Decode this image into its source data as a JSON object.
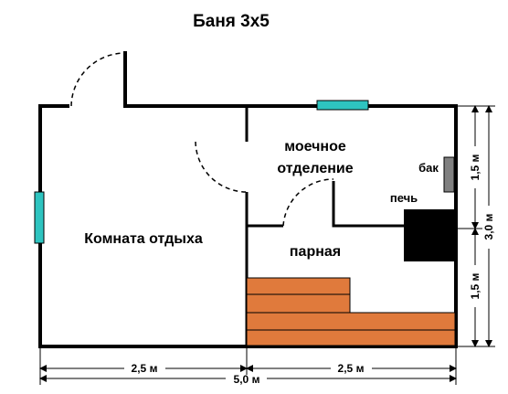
{
  "title": "Баня 3х5",
  "rooms": {
    "rest_room": "Комната отдыха",
    "wash_room_line1": "моечное",
    "wash_room_line2": "отделение",
    "steam_room": "парная"
  },
  "items": {
    "stove": "печь",
    "tank": "бак"
  },
  "dimensions": {
    "left_width": "2,5 м",
    "right_width": "2,5 м",
    "total_width": "5,0 м",
    "total_height": "3,0 м",
    "upper_height": "1,5 м",
    "lower_height": "1,5 м"
  },
  "colors": {
    "wall": "#000000",
    "window": "#2ec4c0",
    "bench": "#e07a3c",
    "stove": "#000000",
    "tank": "#808080"
  }
}
